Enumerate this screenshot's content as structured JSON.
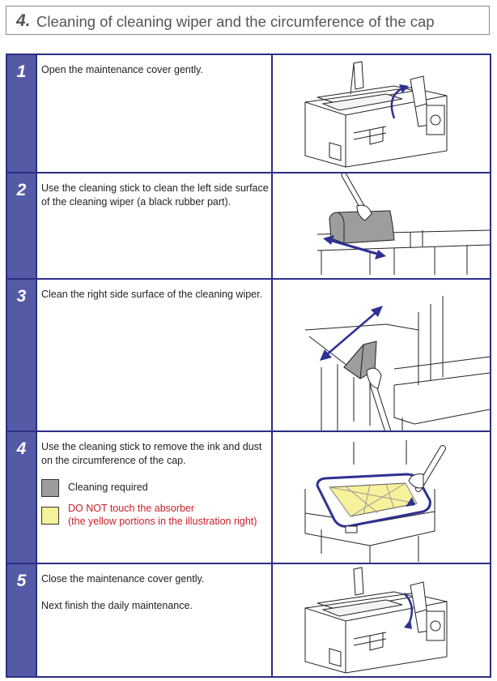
{
  "section": {
    "number": "4.",
    "title": "Cleaning of cleaning wiper and the circumference of the cap"
  },
  "steps": [
    {
      "number": "1",
      "text": "Open the maintenance cover gently."
    },
    {
      "number": "2",
      "text": "Use the cleaning stick to clean the left side surface of the cleaning wiper (a black rubber part)."
    },
    {
      "number": "3",
      "text": "Clean the right side surface of the cleaning wiper."
    },
    {
      "number": "4",
      "text": "Use the cleaning stick to remove the ink and dust on the circumference of the cap."
    },
    {
      "number": "5",
      "text": "Close the maintenance cover gently.",
      "text2": "Next finish the daily maintenance."
    }
  ],
  "legend": {
    "cleaning_required": "Cleaning required",
    "warning_line1": "DO NOT touch the absorber",
    "warning_line2": "(the yellow portions in the illustration right)"
  },
  "colors": {
    "frame": "#2c2f86",
    "number_cell": "#545aa6",
    "arrow": "#2e3192",
    "cleaning_gray": "#9d9d9d",
    "absorber_yellow": "#f6f19b",
    "warning_red": "#c8202a"
  }
}
